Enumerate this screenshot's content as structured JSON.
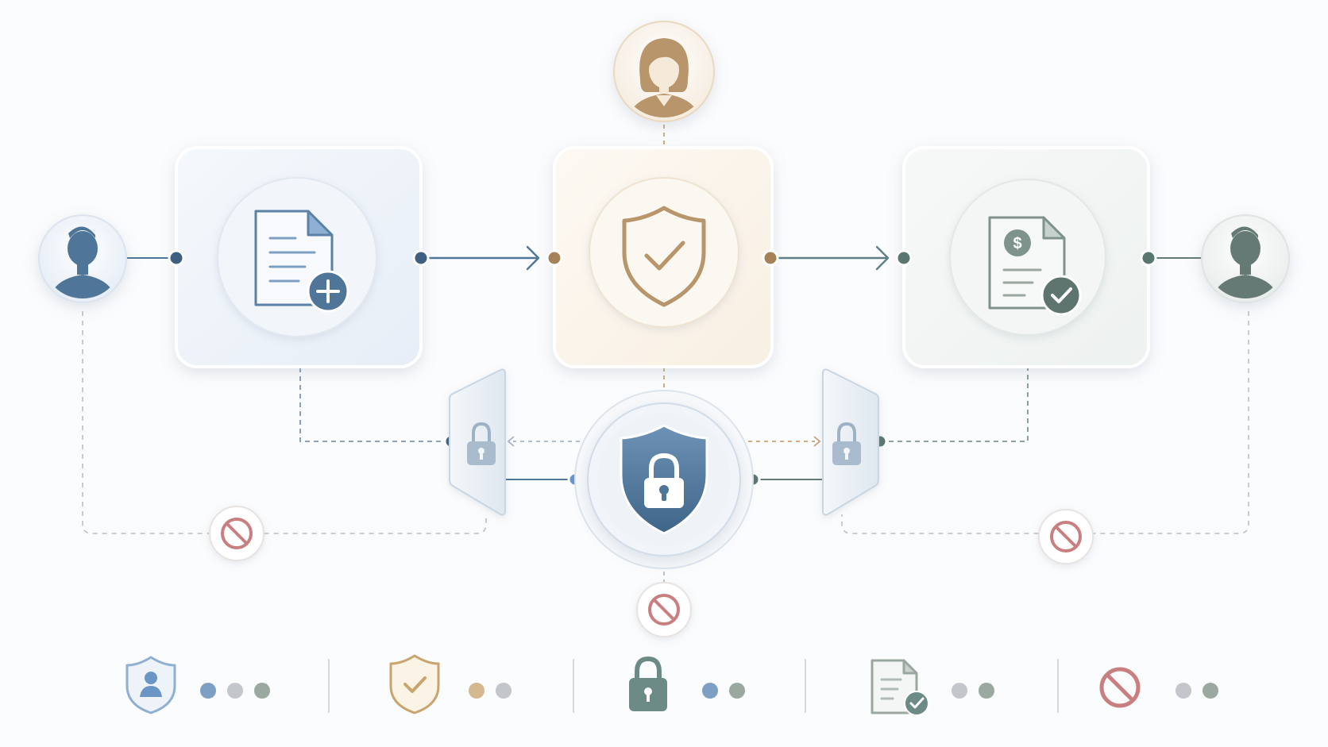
{
  "diagram": {
    "actors": [
      {
        "id": "requester",
        "icon": "person-icon",
        "color": "#4f7598"
      },
      {
        "id": "approver",
        "icon": "woman-icon",
        "color": "#b8956a"
      },
      {
        "id": "recipient",
        "icon": "person-icon",
        "color": "#667a74"
      }
    ],
    "stages": [
      {
        "id": "create",
        "icon": "document-add-icon",
        "color": "#4f7598",
        "tint": "#eef3fa"
      },
      {
        "id": "approve",
        "icon": "shield-check-icon",
        "color": "#b8956a",
        "tint": "#fbf5ec"
      },
      {
        "id": "pay",
        "icon": "invoice-check-icon",
        "color": "#667a74",
        "tint": "#f1f4f3"
      }
    ],
    "secure_hub": {
      "icon": "lock-shield-icon",
      "color": "#4f7598"
    },
    "gates": [
      {
        "id": "left-gate",
        "icon": "padlock-icon"
      },
      {
        "id": "right-gate",
        "icon": "padlock-icon"
      }
    ],
    "blocked_paths": [
      {
        "id": "left-block",
        "icon": "no-entry-icon"
      },
      {
        "id": "center-block",
        "icon": "no-entry-icon"
      },
      {
        "id": "right-block",
        "icon": "no-entry-icon"
      }
    ],
    "colors": {
      "blue": "#4f7598",
      "gold": "#b8956a",
      "sage": "#667a74",
      "red": "#c97f80",
      "gray": "#c3c6ca",
      "line_gray": "#c9cccf"
    }
  },
  "legend": [
    {
      "icon": "shield-user-icon",
      "dots": [
        "#7e9fc4",
        "#c3c6ca",
        "#9aa89f"
      ]
    },
    {
      "icon": "shield-check-icon",
      "dots": [
        "#d4b88f",
        "#c3c6ca"
      ]
    },
    {
      "icon": "padlock-icon",
      "dots": [
        "#7e9fc4",
        "#9aa89f"
      ]
    },
    {
      "icon": "document-check-icon",
      "dots": [
        "#c3c6ca",
        "#9aa89f"
      ]
    },
    {
      "icon": "no-entry-icon",
      "dots": [
        "#c3c6ca",
        "#9aa89f"
      ]
    }
  ]
}
